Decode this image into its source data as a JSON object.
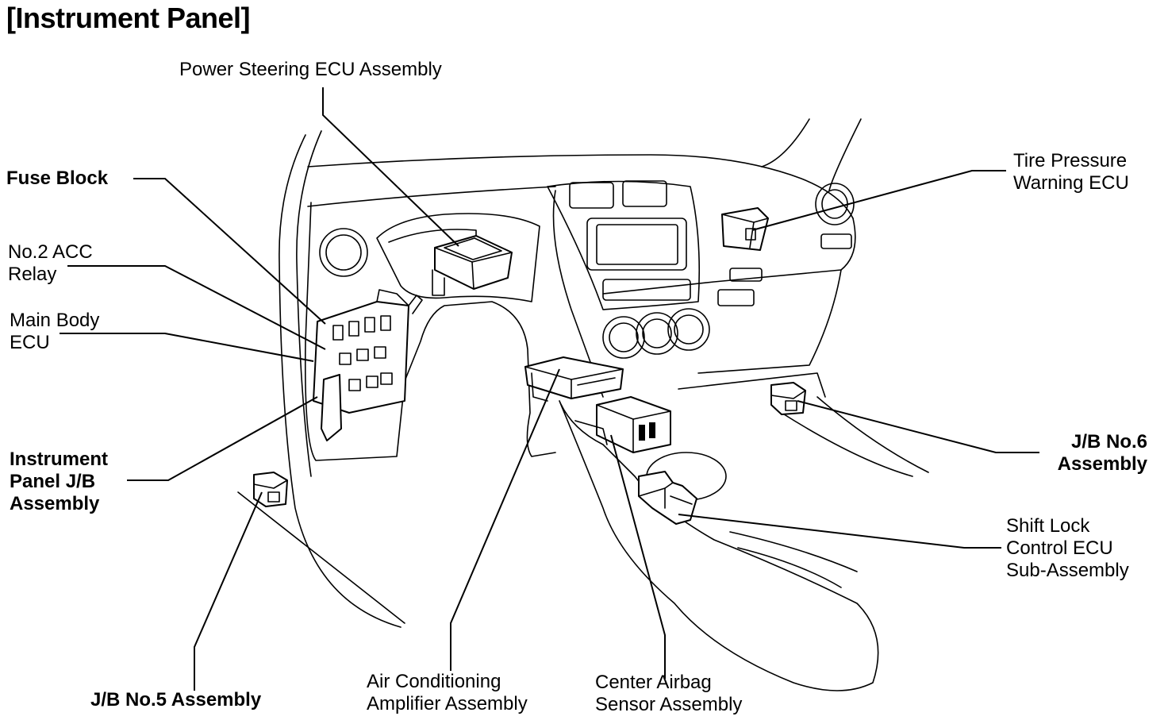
{
  "title": "[Instrument Panel]",
  "labels": {
    "power_steering": "Power Steering ECU Assembly",
    "fuse_block": "Fuse Block",
    "acc_relay": [
      "No.2 ACC",
      "Relay"
    ],
    "main_body_ecu": [
      "Main Body",
      "ECU"
    ],
    "instrument_panel_jb": [
      "Instrument",
      "Panel J/B",
      "Assembly"
    ],
    "jb5": "J/B No.5 Assembly",
    "ac_amplifier": [
      "Air Conditioning",
      "Amplifier Assembly"
    ],
    "airbag_sensor": [
      "Center Airbag",
      "Sensor Assembly"
    ],
    "tire_pressure": [
      "Tire Pressure",
      "Warning ECU"
    ],
    "jb6": [
      "J/B No.6",
      "Assembly"
    ],
    "shift_lock": [
      "Shift Lock",
      "Control ECU",
      "Sub-Assembly"
    ]
  }
}
